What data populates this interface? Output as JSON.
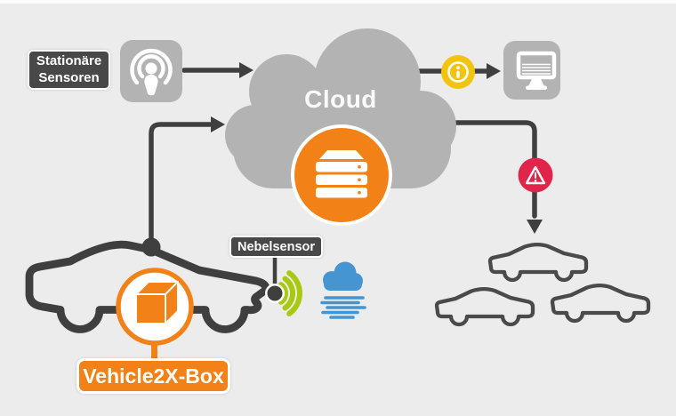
{
  "diagram_title": "Vehicle2X fog-warning system diagram",
  "background": "#ececec",
  "colors": {
    "orange": "#F28118",
    "yellow_info": "#F2C40E",
    "red_warning": "#E1244A",
    "green_signal": "#A8C90F",
    "blue_fog": "#4495D1",
    "gray_shapes": "#B3B3B3",
    "dark_lines": "#3F3F3F",
    "dark_label_bg": "#484848"
  },
  "labels": {
    "stationary_sensors": {
      "line1": "Stationäre",
      "line2": "Sensoren"
    },
    "cloud": "Cloud",
    "fog_sensor": "Nebelsensor",
    "vehicle_box": "Vehicle2X-Box"
  },
  "icons": {
    "broadcast": "broadcast-sensor-icon",
    "server": "server-stack-icon",
    "info": "info-icon",
    "monitor": "monitor-icon",
    "warning": "warning-triangle-icon",
    "wifi": "wifi-signal-icon",
    "fog": "fog-cloud-icon",
    "cube": "vehicle2x-box-cube-icon",
    "large_car": "sensor-car-outline",
    "small_cars_count": 3
  }
}
